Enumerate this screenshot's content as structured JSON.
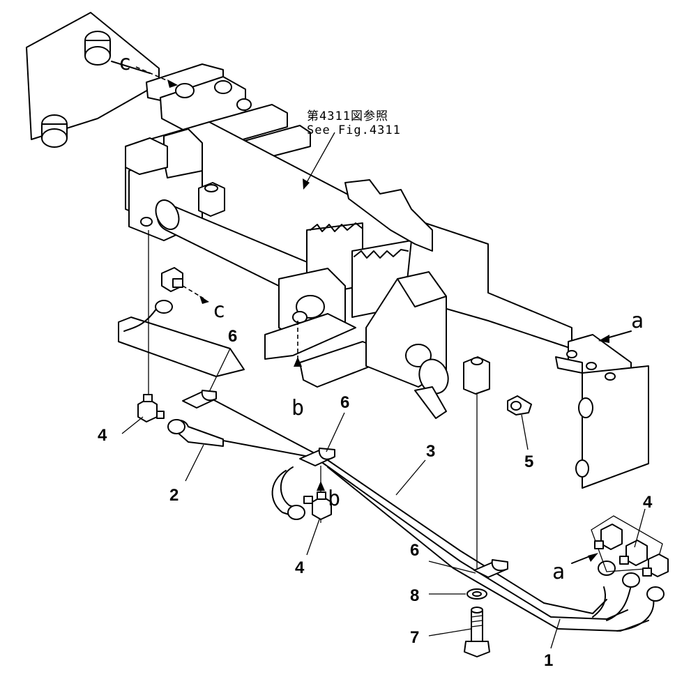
{
  "reference_note": {
    "line1": "第4311図参照",
    "line2": "See Fig.4311"
  },
  "view_letters": {
    "c_top": "c",
    "c_side": "c",
    "a_right": "a",
    "a_bottom": "a",
    "b_left": "b",
    "b_center": "b"
  },
  "callouts": {
    "c1": "1",
    "c2": "2",
    "c3": "3",
    "c4a": "4",
    "c4b": "4",
    "c4c": "4",
    "c5": "5",
    "c6a": "6",
    "c6b": "6",
    "c6c": "6",
    "c7": "7",
    "c8": "8"
  }
}
